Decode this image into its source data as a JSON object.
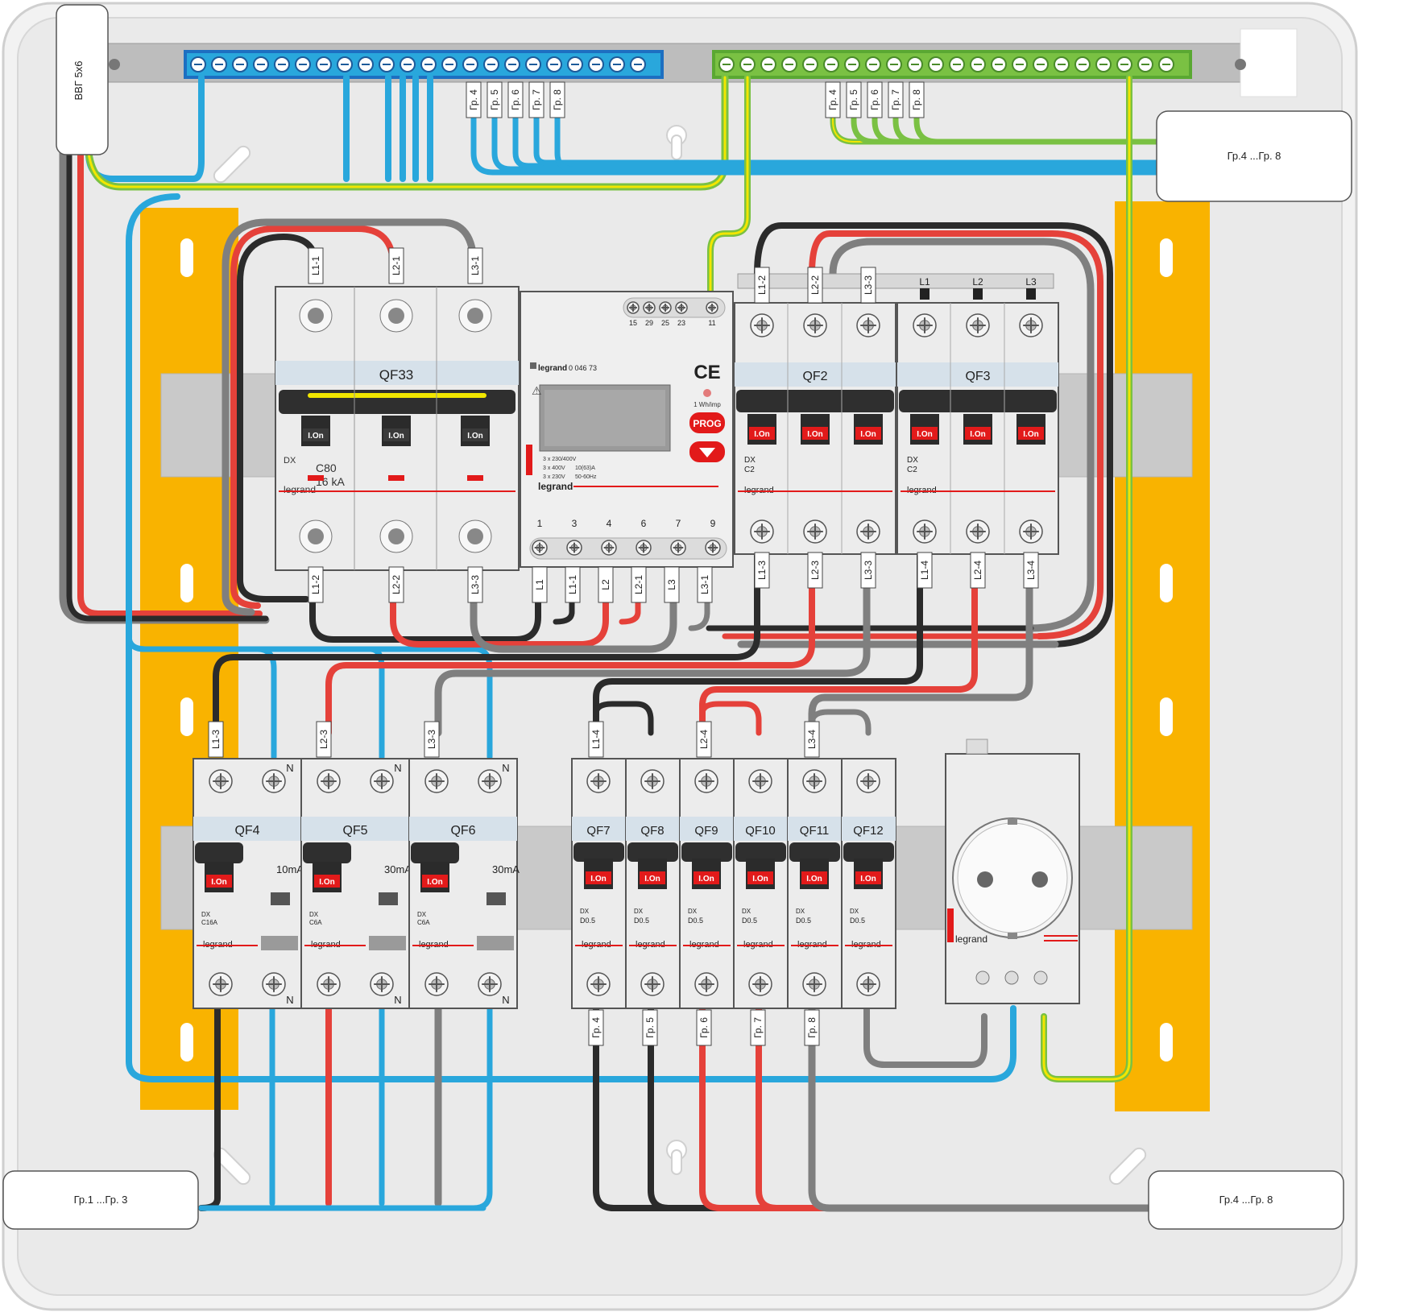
{
  "colors": {
    "neutral_blue": "#29a7dc",
    "pe_green": "#7ac143",
    "pe_yellow": "#f2e600",
    "phase_black": "#2b2b2b",
    "phase_red": "#e5413a",
    "phase_grey": "#7f7f7f",
    "din_yellow": "#f9b300",
    "red_label": "#e21a1a"
  },
  "callouts": {
    "input_cable": "ВВГ 5х6",
    "top_right": "Гр.4 ...Гр. 8",
    "bottom_left": "Гр.1 ...Гр. 3",
    "bottom_right": "Гр.4 ...Гр. 8"
  },
  "busbar_tags": [
    "Гр. 4",
    "Гр. 5",
    "Гр. 6",
    "Гр. 7",
    "Гр. 8"
  ],
  "main_breaker": {
    "name": "QF33",
    "rating": "C80",
    "kA": "16 kA",
    "brand": "legrand",
    "series": "DX",
    "handle": "I.On",
    "top_tags": [
      "L1-1",
      "L2-1",
      "L3-1"
    ],
    "bottom_tags": [
      "L1-2",
      "L2-2",
      "L3-3"
    ]
  },
  "meter": {
    "brand_top": "legrand",
    "code": "0 046 73",
    "ce": "CE",
    "imp": "1 Wh/imp",
    "prog": "PROG",
    "spec_lines": [
      "3 x 230/400V",
      "3 x 400V",
      "3 x 230V"
    ],
    "spec_current": "10(63)A",
    "spec_freq": "50-60Hz",
    "brand_bottom": "legrand",
    "top_terminals": [
      "15",
      "29",
      "25",
      "23",
      "11"
    ],
    "bottom_terminals": [
      "1",
      "3",
      "4",
      "6",
      "7",
      "9"
    ],
    "bottom_tags": [
      "L1",
      "L1-1",
      "L2",
      "L2-1",
      "L3",
      "L3-1"
    ]
  },
  "breakers_3p": [
    {
      "name": "QF2",
      "series": "DX",
      "curve": "C2",
      "top_tags": [
        "L1-2",
        "L2-2",
        "L3-3"
      ],
      "bottom_tags": [
        "L1-3",
        "L2-3",
        "L3-3"
      ],
      "top_labels": []
    },
    {
      "name": "QF3",
      "series": "DX",
      "curve": "C2",
      "top_tags": [],
      "bottom_tags": [
        "L1-4",
        "L2-4",
        "L3-4"
      ],
      "top_labels": [
        "L1",
        "L2",
        "L3"
      ]
    }
  ],
  "handle": "I.On",
  "brand": "legrand",
  "rcbos": [
    {
      "name": "QF4",
      "sens": "10mA",
      "curve": "C16A",
      "tag": "L1-3",
      "bottom_tag": "",
      "n": "N"
    },
    {
      "name": "QF5",
      "sens": "30mA",
      "curve": "C6A",
      "tag": "L2-3",
      "bottom_tag": "",
      "n": "N"
    },
    {
      "name": "QF6",
      "sens": "30mA",
      "curve": "C6A",
      "tag": "L3-3",
      "bottom_tag": "",
      "n": "N"
    }
  ],
  "small_breakers": [
    {
      "name": "QF7",
      "curve": "D0.5",
      "top_tag": "L1-4",
      "bottom_tag": "Гр. 4"
    },
    {
      "name": "QF8",
      "curve": "D0.5",
      "top_tag": "",
      "bottom_tag": "Гр. 5"
    },
    {
      "name": "QF9",
      "curve": "D0.5",
      "top_tag": "L2-4",
      "bottom_tag": "Гр. 6"
    },
    {
      "name": "QF10",
      "curve": "D0.5",
      "top_tag": "",
      "bottom_tag": "Гр. 7"
    },
    {
      "name": "QF11",
      "curve": "D0.5",
      "top_tag": "L3-4",
      "bottom_tag": "Гр. 8"
    },
    {
      "name": "QF12",
      "curve": "D0.5",
      "top_tag": "",
      "bottom_tag": ""
    }
  ],
  "socket": {
    "brand": "legrand"
  }
}
